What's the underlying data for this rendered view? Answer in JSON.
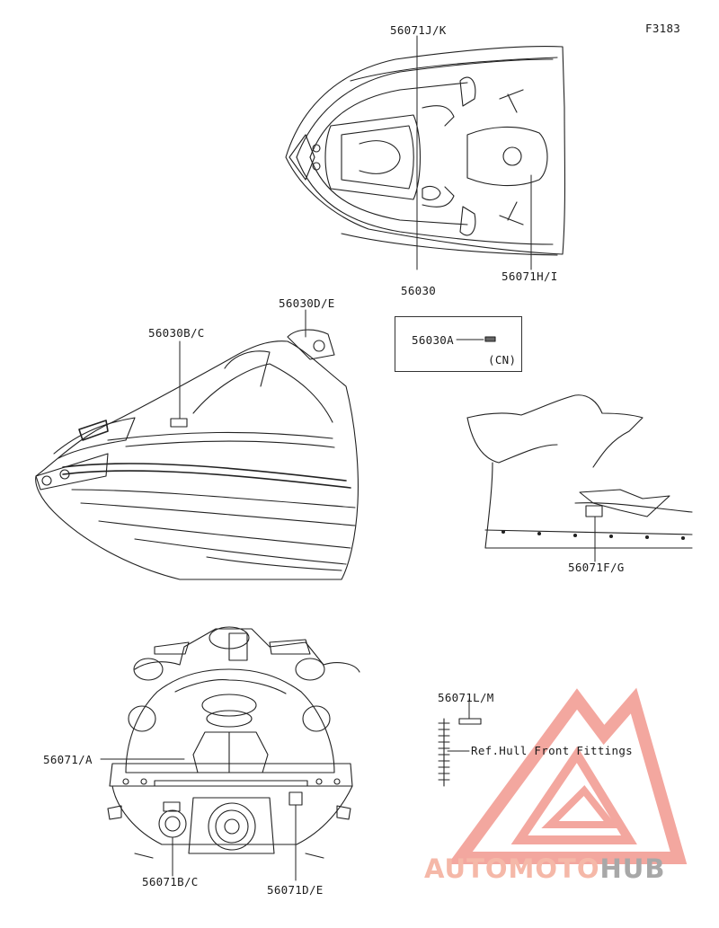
{
  "figure": {
    "code": "F3183"
  },
  "part_labels": {
    "top_view_j_k": "56071J/K",
    "top_view_main": "56030",
    "top_view_h_i": "56071H/I",
    "side_b_c": "56030B/C",
    "side_d_e": "56030D/E",
    "inset_a": "56030A",
    "inset_region": "(CN)",
    "rear_f_g": "56071F/G",
    "front_a": "56071/A",
    "front_b_c": "56071B/C",
    "front_d_e": "56071D/E",
    "ref_l_m": "56071L/M",
    "ref_note": "Ref.Hull Front Fittings"
  },
  "watermark": {
    "part1": "AUTO",
    "part2": "MOTO",
    "part3": "HUB",
    "color_main": "#f5b8a8",
    "color_hub": "#a8a8a8",
    "triangle_color": "#f08a80"
  }
}
